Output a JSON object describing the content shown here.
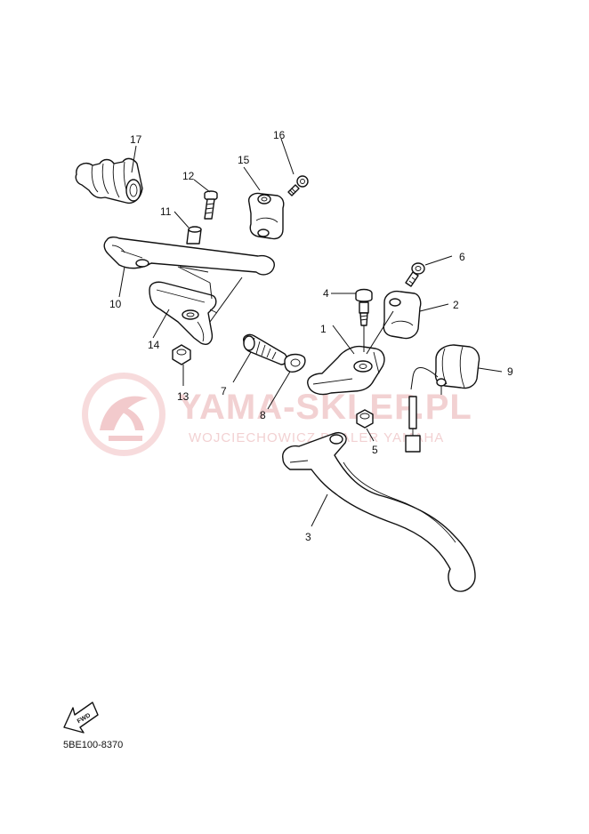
{
  "watermark": {
    "brand": "YAMA-SKLEP.PL",
    "subline": "WOJCIECHOWICZ DEALER YAMAHA",
    "color": "#e9a3a8"
  },
  "parts": [
    {
      "id": "1",
      "label": "1"
    },
    {
      "id": "2",
      "label": "2"
    },
    {
      "id": "3",
      "label": "3"
    },
    {
      "id": "4",
      "label": "4"
    },
    {
      "id": "5",
      "label": "5"
    },
    {
      "id": "6",
      "label": "6"
    },
    {
      "id": "7",
      "label": "7"
    },
    {
      "id": "8",
      "label": "8"
    },
    {
      "id": "9",
      "label": "9"
    },
    {
      "id": "10",
      "label": "10"
    },
    {
      "id": "11",
      "label": "11"
    },
    {
      "id": "12",
      "label": "12"
    },
    {
      "id": "13",
      "label": "13"
    },
    {
      "id": "14",
      "label": "14"
    },
    {
      "id": "15",
      "label": "15"
    },
    {
      "id": "16",
      "label": "16"
    },
    {
      "id": "17",
      "label": "17"
    }
  ],
  "fwd_label": "FWD",
  "doc_code": "5BE100-8370"
}
